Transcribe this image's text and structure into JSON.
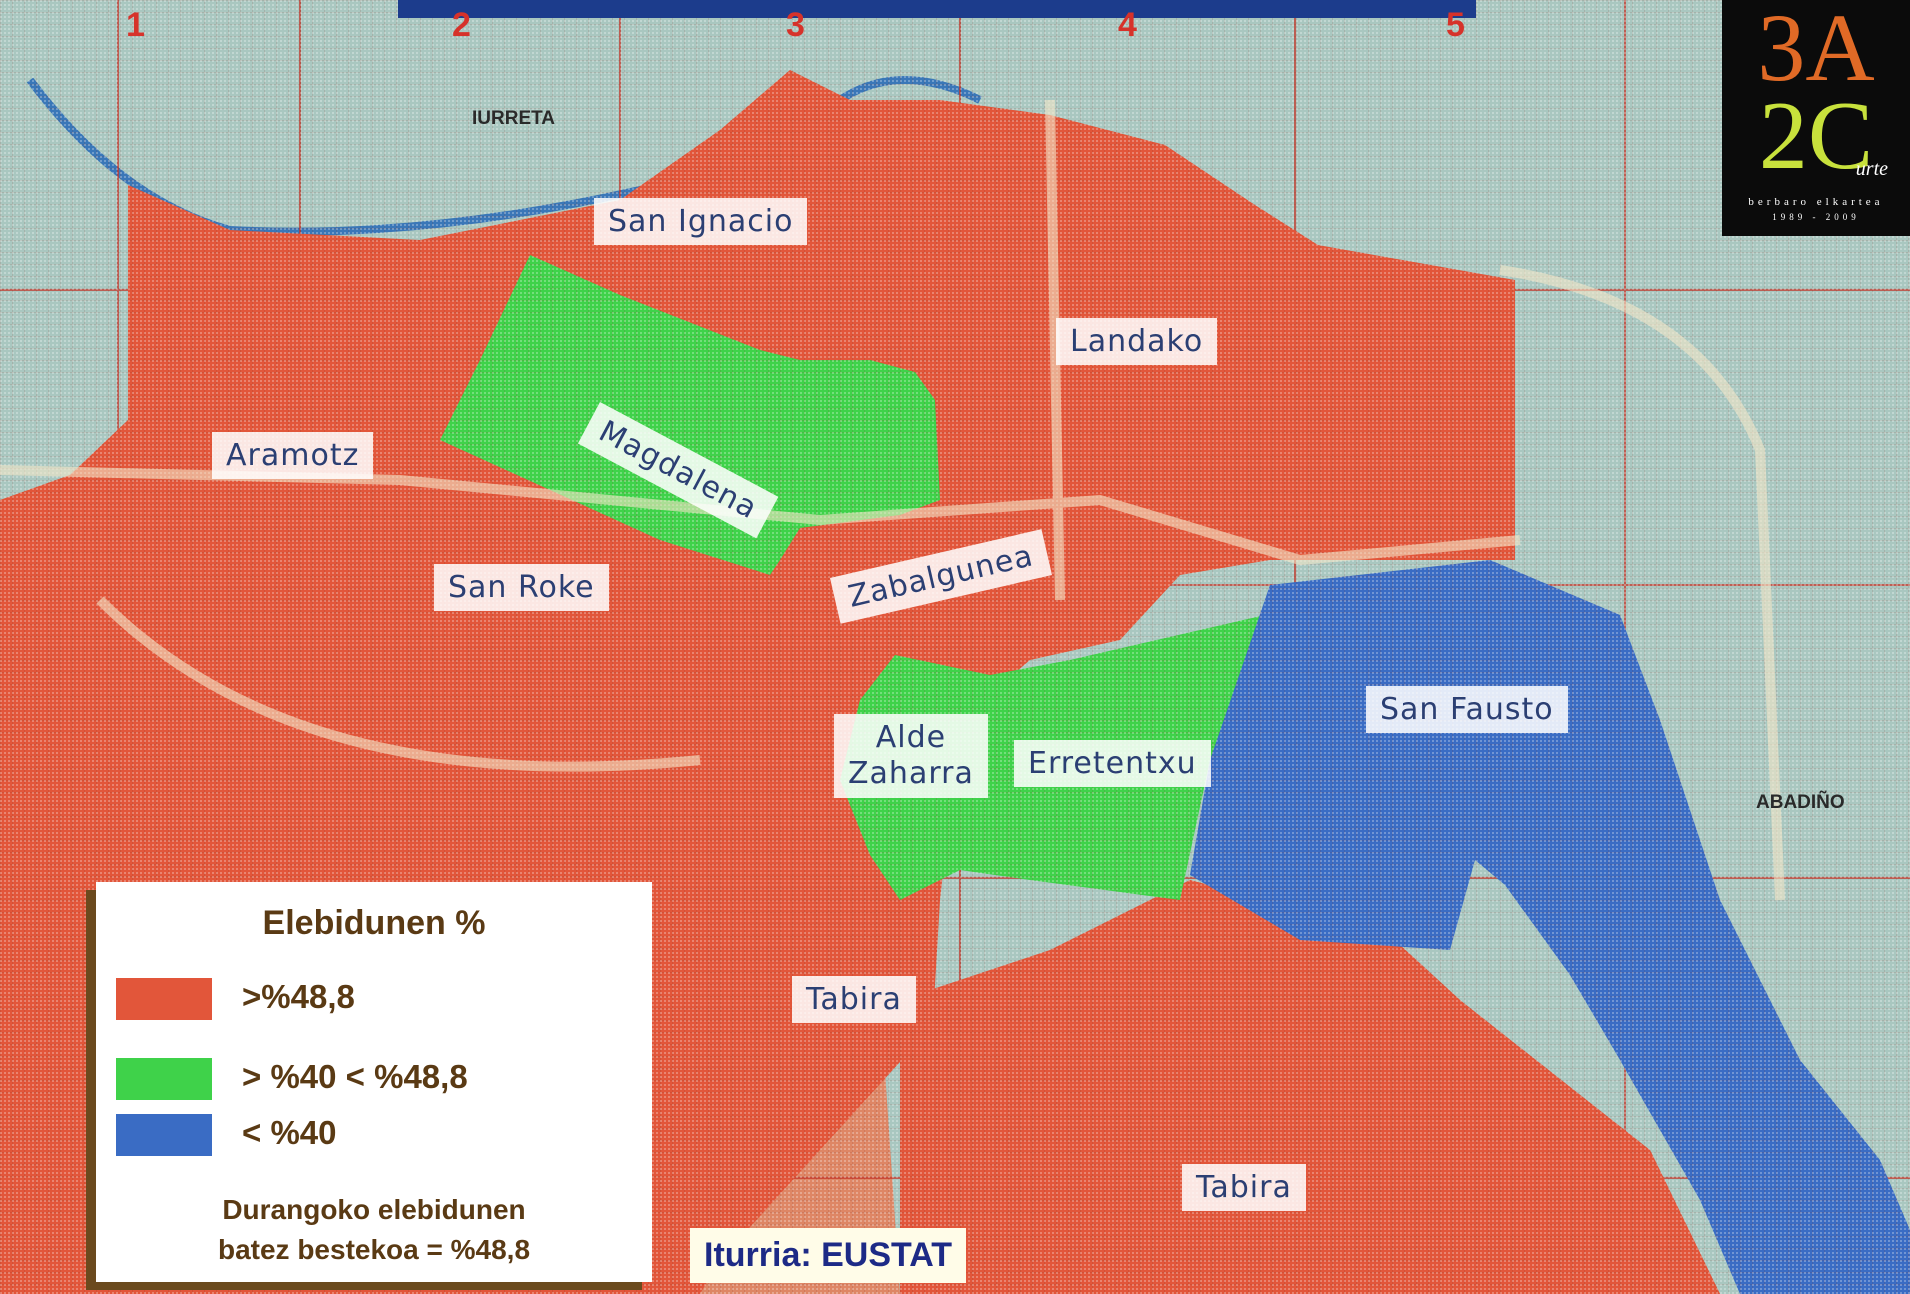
{
  "legend": {
    "title": "Elebidunen %",
    "items": [
      {
        "label": ">%48,8",
        "color": "#e2563a"
      },
      {
        "label": "> %40 < %48,8",
        "color": "#3fd24a"
      },
      {
        "label": "< %40",
        "color": "#3a6cc4"
      }
    ],
    "note_line1": "Durangoko elebidunen",
    "note_line2": "batez bestekoa = %48,8"
  },
  "source": "Iturria: EUSTAT",
  "neighborhoods": {
    "san_ignacio": "San Ignacio",
    "landako": "Landako",
    "magdalena": "Magdalena",
    "aramotz": "Aramotz",
    "san_roke": "San Roke",
    "zabalgunea": "Zabalgunea",
    "alde_zaharra_1": "Alde",
    "alde_zaharra_2": "Zaharra",
    "erretentxu": "Erretentxu",
    "san_fausto": "San Fausto",
    "tabira_north": "Tabira",
    "tabira_south": "Tabira"
  },
  "places": {
    "iurreta": "IURRETA",
    "abadino": "ABADIÑO"
  },
  "grid_numbers": [
    "1",
    "2",
    "3",
    "4",
    "5"
  ],
  "logo": {
    "line1": "3A",
    "line2": "2C",
    "urte": "urte",
    "subtitle": "berbaro elkartea",
    "years": "1989 - 2009"
  }
}
